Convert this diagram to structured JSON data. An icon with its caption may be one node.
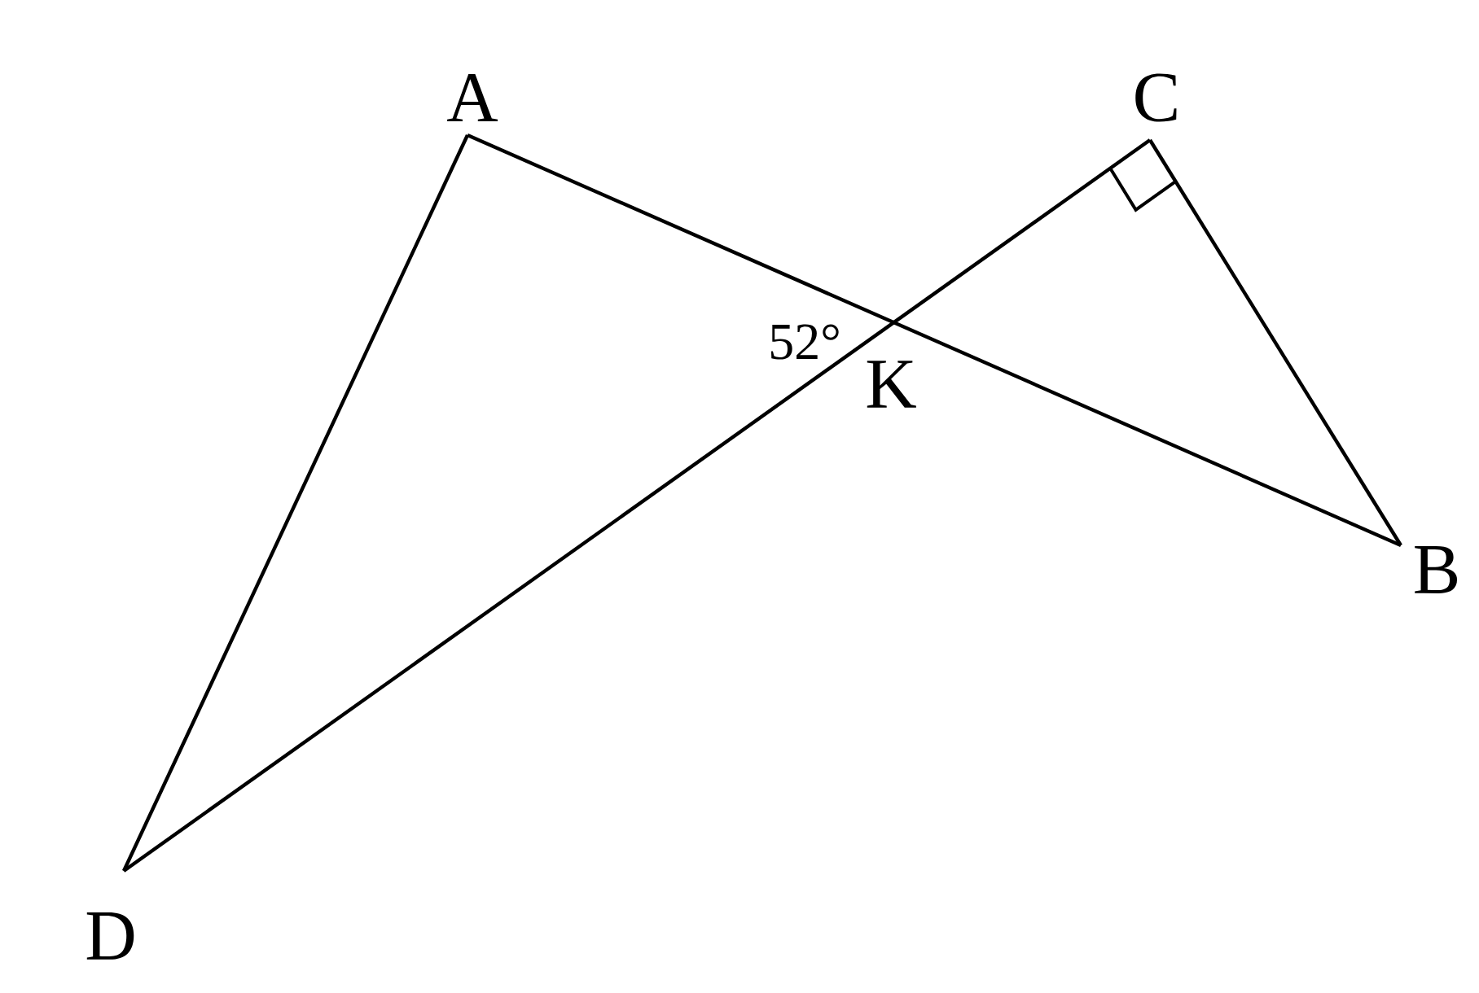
{
  "diagram": {
    "nodes": [
      {
        "text": [
          "A"
        ]
      },
      {
        "text": [
          "C"
        ]
      },
      {
        "text": [
          "K"
        ]
      },
      {
        "text": [
          "B"
        ]
      },
      {
        "text": [
          "D"
        ]
      }
    ],
    "edges": [
      {
        "from": 0,
        "to": 4,
        "arrow": "none"
      },
      {
        "from": 0,
        "to": 3,
        "arrow": "none"
      },
      {
        "from": 1,
        "to": 4,
        "arrow": "none"
      },
      {
        "from": 1,
        "to": 3,
        "arrow": "none"
      }
    ],
    "labels": [
      "52°"
    ]
  }
}
